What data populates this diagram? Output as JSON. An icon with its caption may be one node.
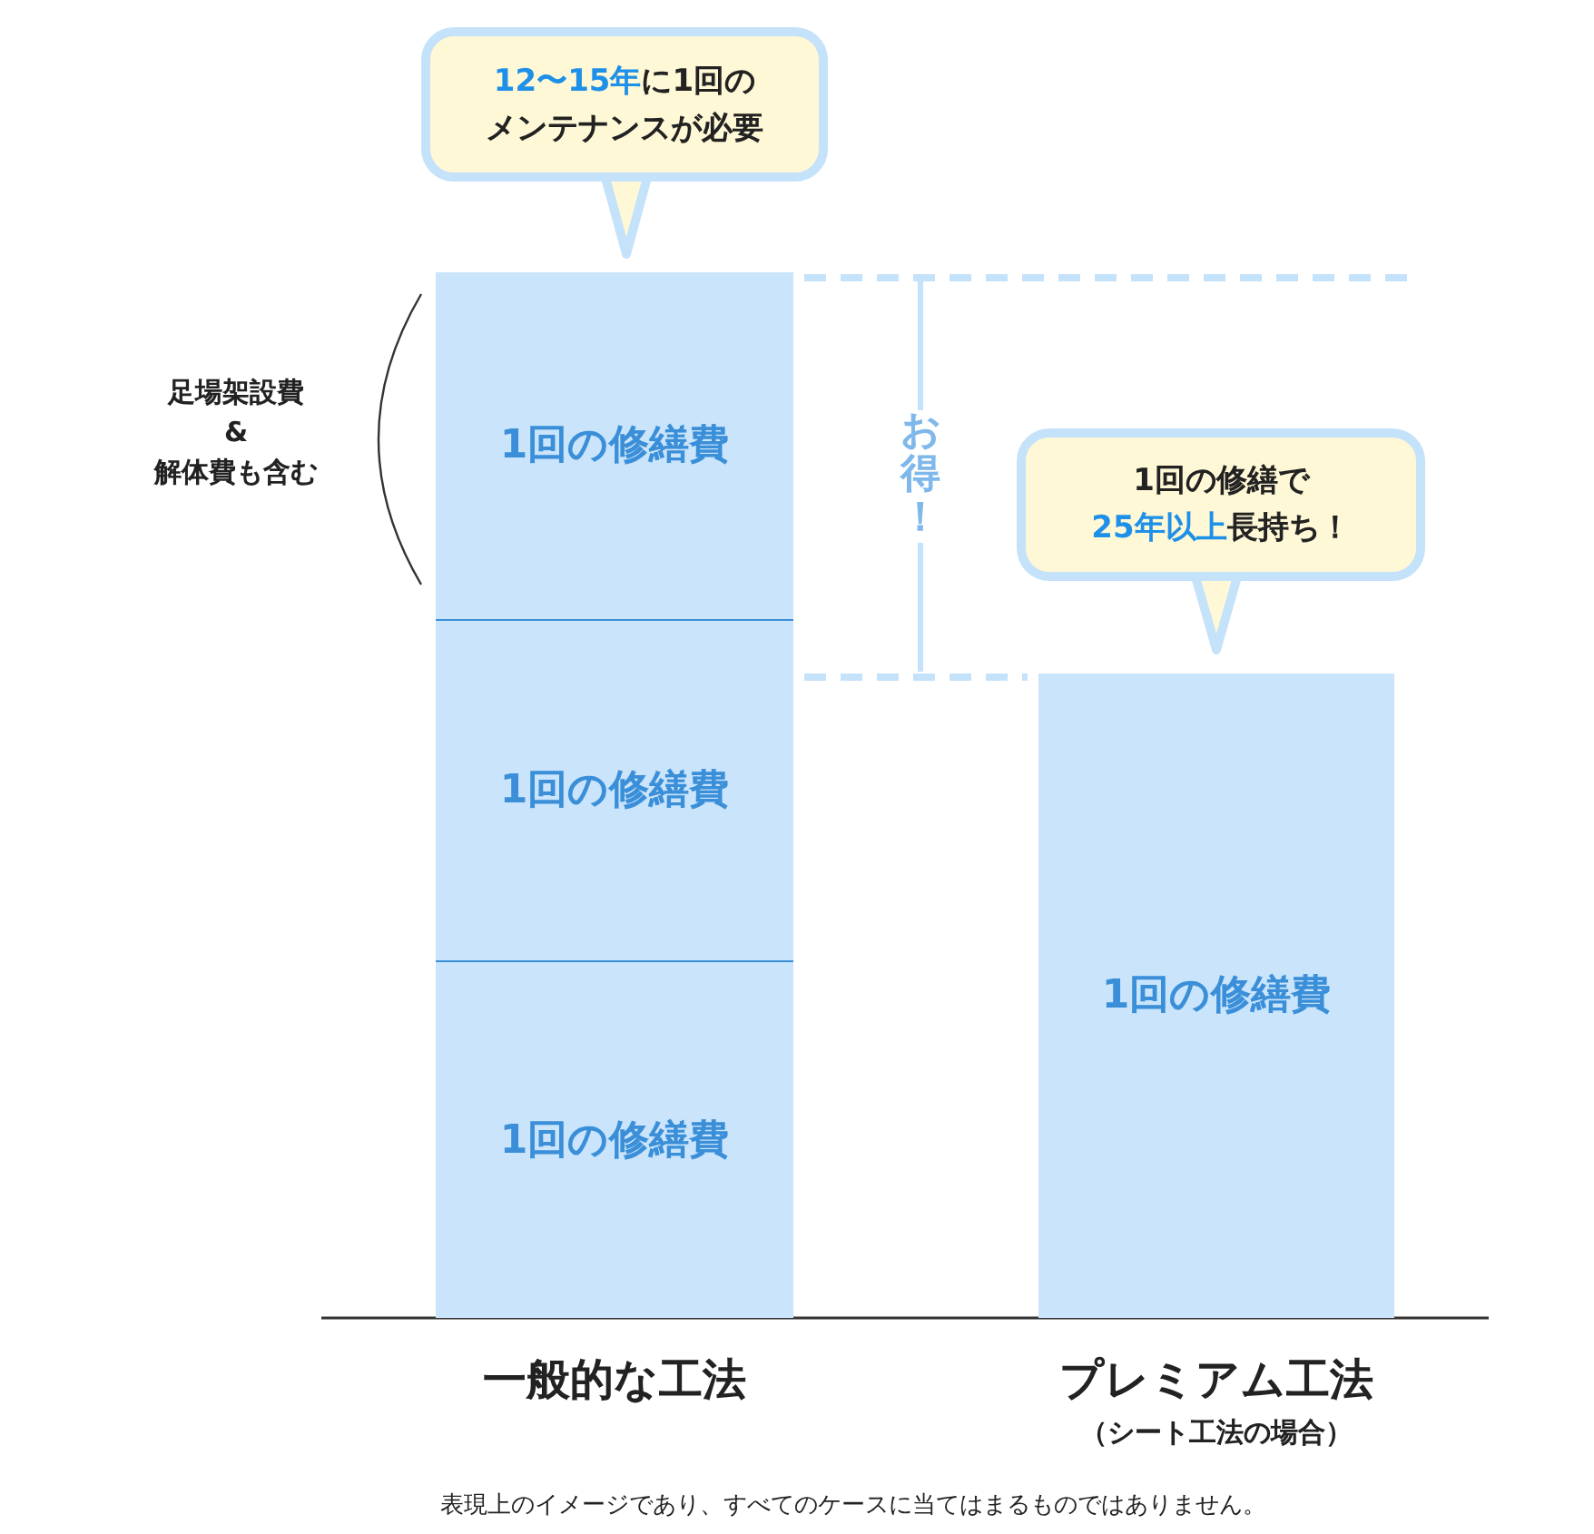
{
  "diagram": {
    "nodes": [
      {
        "text": [
          "**12〜15年**に1回の",
          "メンテナンスが必要"
        ]
      },
      {
        "text": [],
        "shape": "bar",
        "beside": [
          "一般的な工法"
        ]
      },
      {
        "text": [
          "1回の修繕費"
        ],
        "in": 1
      },
      {
        "text": [
          "1回の修繕費"
        ],
        "in": 1
      },
      {
        "text": [
          "1回の修繕費"
        ],
        "in": 1
      },
      {
        "text": [
          "1回の修繕費"
        ],
        "beside": [
          "プレミアム工法",
          "（シート工法の場合）"
        ]
      },
      {
        "text": [
          "1回の修繕で",
          "**25年以上**長持ち！"
        ]
      }
    ],
    "edges": [],
    "labels": [
      "足場架設費",
      "&",
      "解体費も含む",
      "お得！",
      "表現上のイメージであり、すべてのケースに当てはまるものではありません。"
    ]
  }
}
